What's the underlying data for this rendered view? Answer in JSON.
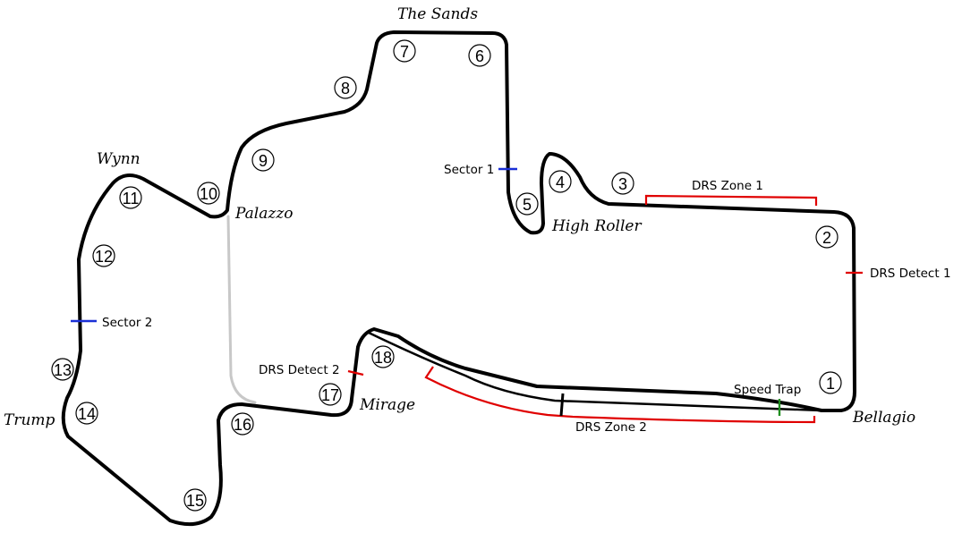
{
  "venues": [
    {
      "id": "the-sands",
      "label": "The Sands"
    },
    {
      "id": "wynn",
      "label": "Wynn"
    },
    {
      "id": "palazzo",
      "label": "Palazzo"
    },
    {
      "id": "high-roller",
      "label": "High Roller"
    },
    {
      "id": "mirage",
      "label": "Mirage"
    },
    {
      "id": "bellagio",
      "label": "Bellagio"
    },
    {
      "id": "trump",
      "label": "Trump"
    }
  ],
  "turns": [
    "1",
    "2",
    "3",
    "4",
    "5",
    "6",
    "7",
    "8",
    "9",
    "10",
    "11",
    "12",
    "13",
    "14",
    "15",
    "16",
    "17",
    "18"
  ],
  "markers": {
    "sector_1": "Sector 1",
    "sector_2": "Sector 2",
    "drs_zone_1": "DRS Zone 1",
    "drs_zone_2": "DRS Zone 2",
    "drs_detect_1": "DRS Detect 1",
    "drs_detect_2": "DRS Detect 2",
    "speed_trap": "Speed Trap"
  },
  "colors": {
    "track": "#000000",
    "pit_lane": "#c8c8c8",
    "drs": "#e00000",
    "sector": "#1a2fd6",
    "speed_trap": "#1f8f1f"
  }
}
